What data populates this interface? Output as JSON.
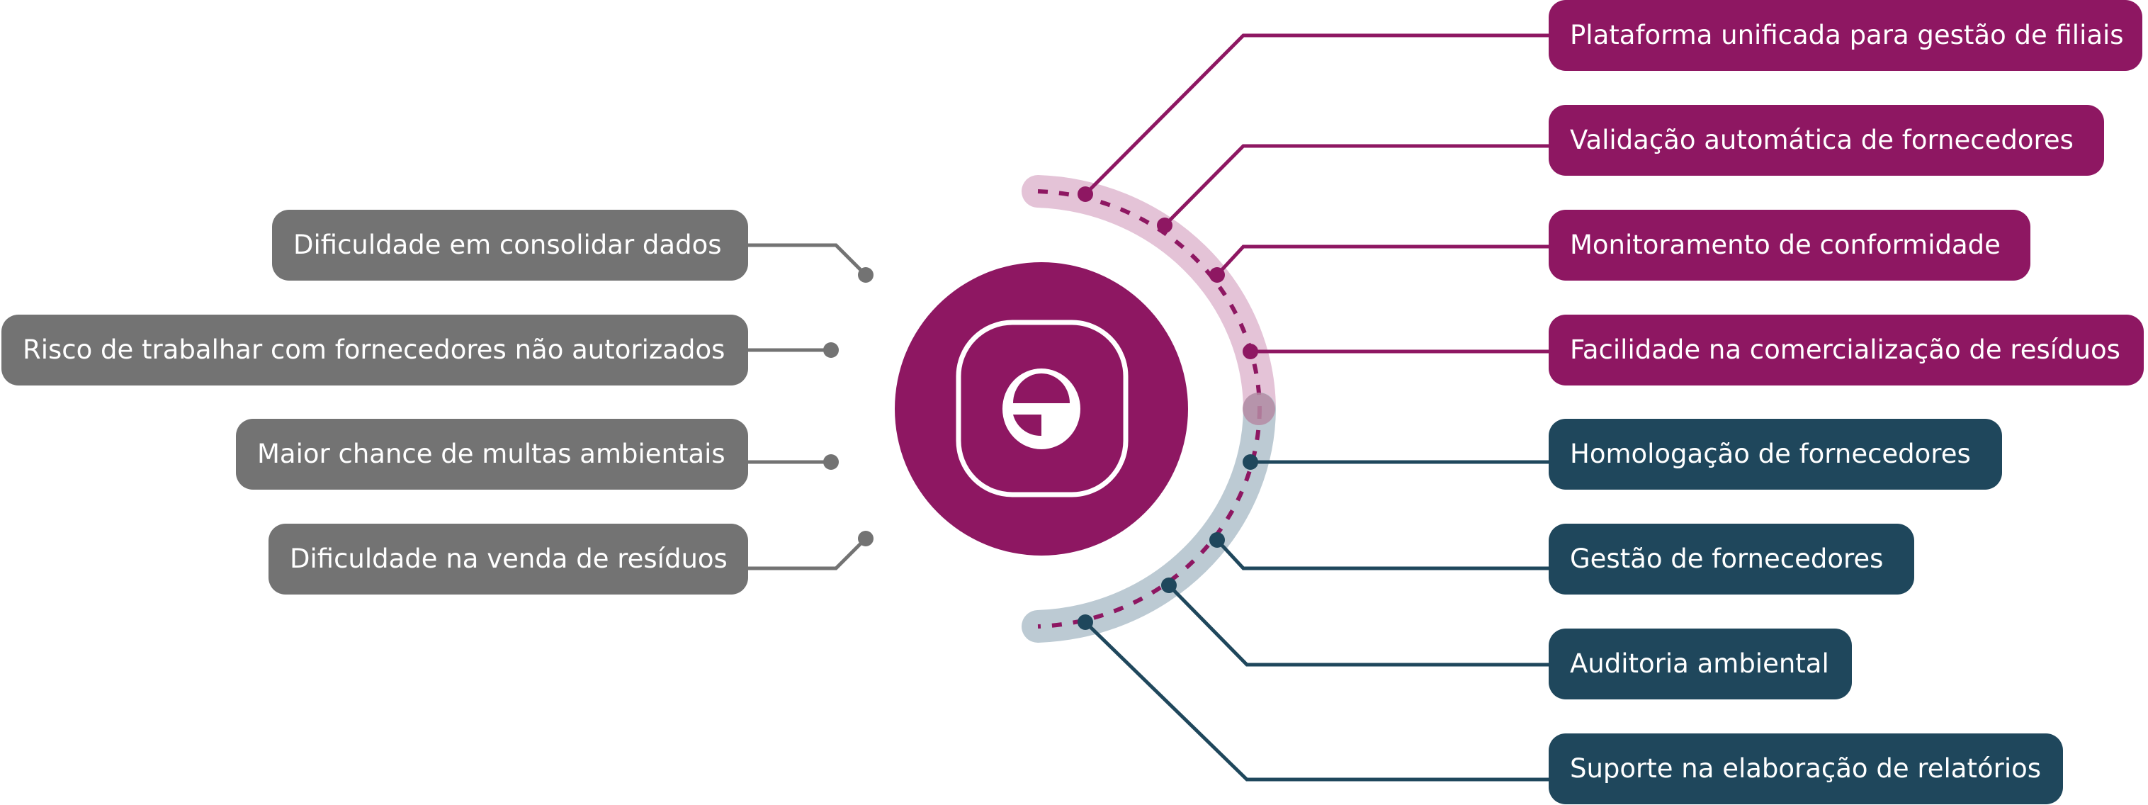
{
  "colors": {
    "problem": "#737373",
    "solution_primary": "#8e1762",
    "solution_secondary": "#1f475c",
    "arc_primary_light": "#e4c3d7",
    "arc_secondary_light": "#bccad3",
    "background": "#ffffff"
  },
  "center": {
    "icon": "brand-logo-icon"
  },
  "problems": [
    {
      "label": "Dificuldade em consolidar dados"
    },
    {
      "label": "Risco de trabalhar com fornecedores não autorizados"
    },
    {
      "label": "Maior chance de multas ambientais"
    },
    {
      "label": "Dificuldade na venda de resíduos"
    }
  ],
  "solutions": [
    {
      "label": "Plataforma unificada para gestão de filiais",
      "group": "primary"
    },
    {
      "label": "Validação automática de fornecedores",
      "group": "primary"
    },
    {
      "label": "Monitoramento de conformidade",
      "group": "primary"
    },
    {
      "label": "Facilidade na comercialização de resíduos",
      "group": "primary"
    },
    {
      "label": "Homologação de fornecedores",
      "group": "secondary"
    },
    {
      "label": "Gestão de fornecedores",
      "group": "secondary"
    },
    {
      "label": "Auditoria ambiental",
      "group": "secondary"
    },
    {
      "label": "Suporte na elaboração de relatórios",
      "group": "secondary"
    }
  ]
}
